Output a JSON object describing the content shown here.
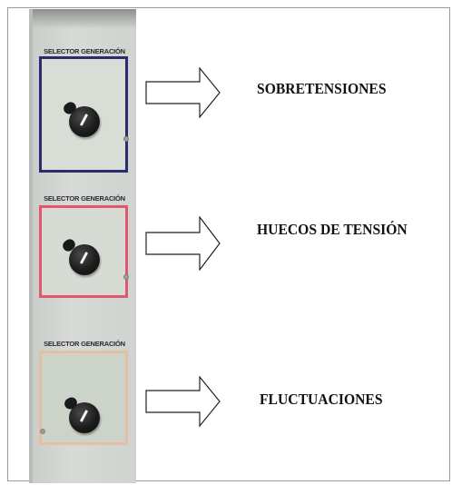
{
  "panel": {
    "selectors": [
      {
        "plate_label": "SELECTOR GENERACIÓN",
        "frame_color": "#2b2c6e",
        "background": "#d8ddd6",
        "caption": "SOBRETENSIONES"
      },
      {
        "plate_label": "SELECTOR GENERACIÓN",
        "frame_color": "#e2566e",
        "background": "#d6dbd4",
        "caption": "HUECOS DE TENSIÓN"
      },
      {
        "plate_label": "SELECTOR GENERACIÓN",
        "frame_color": "#e6bea0",
        "background": "#ccd4c9",
        "caption": "FLUCTUACIONES"
      }
    ]
  },
  "arrow_icon": "right-arrow-outline-icon",
  "knob_icon": "rotary-selector-knob-icon"
}
